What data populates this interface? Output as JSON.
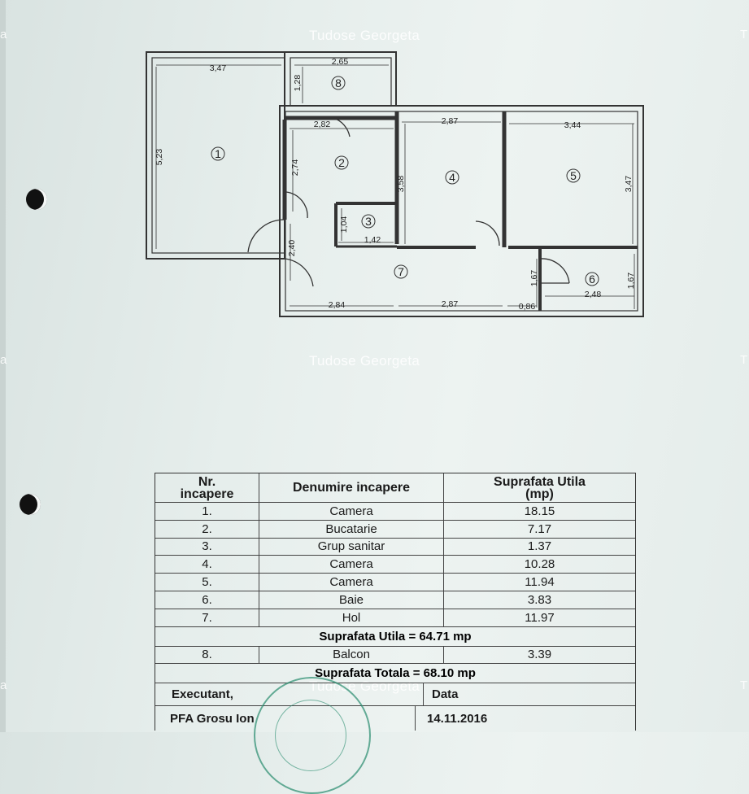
{
  "watermark": "Tudose Georgeta",
  "watermark_edge_left": "a",
  "watermark_edge_right": "T",
  "plan": {
    "room_numbers": [
      "1",
      "2",
      "3",
      "4",
      "5",
      "6",
      "7",
      "8"
    ],
    "dims": {
      "r1_w": "3,47",
      "r1_h": "5,23",
      "r8_w": "2,65",
      "r8_h": "1,28",
      "r2_w": "2,82",
      "r2_h": "2,74",
      "r4_w": "2,87",
      "r4_h": "3,58",
      "r5_w": "3,44",
      "r5_h": "3,47",
      "r3_h": "1,04",
      "r3_w": "1,42",
      "r7_h": "2,40",
      "b1": "2,84",
      "b2": "2,87",
      "b3": "0,86",
      "r6_h1": "1,67",
      "r6_w": "2,48",
      "r6_h2": "1,67"
    }
  },
  "table": {
    "headers": {
      "nr_line1": "Nr.",
      "nr_line2": "incapere",
      "name": "Denumire incapere",
      "area_line1": "Suprafata Utila",
      "area_line2": "(mp)"
    },
    "rows": [
      {
        "nr": "1.",
        "name": "Camera",
        "area": "18.15"
      },
      {
        "nr": "2.",
        "name": "Bucatarie",
        "area": "7.17"
      },
      {
        "nr": "3.",
        "name": "Grup sanitar",
        "area": "1.37"
      },
      {
        "nr": "4.",
        "name": "Camera",
        "area": "10.28"
      },
      {
        "nr": "5.",
        "name": "Camera",
        "area": "11.94"
      },
      {
        "nr": "6.",
        "name": "Baie",
        "area": "3.83"
      },
      {
        "nr": "7.",
        "name": "Hol",
        "area": "11.97"
      }
    ],
    "useful_total": "Suprafata Utila = 64.71 mp",
    "balcony": {
      "nr": "8.",
      "name": "Balcon",
      "area": "3.39"
    },
    "grand_total": "Suprafata Totala = 68.10 mp",
    "executant_label": "Executant,",
    "executant_name": "PFA Grosu Ion",
    "date_label": "Data",
    "date_value": "14.11.2016"
  }
}
